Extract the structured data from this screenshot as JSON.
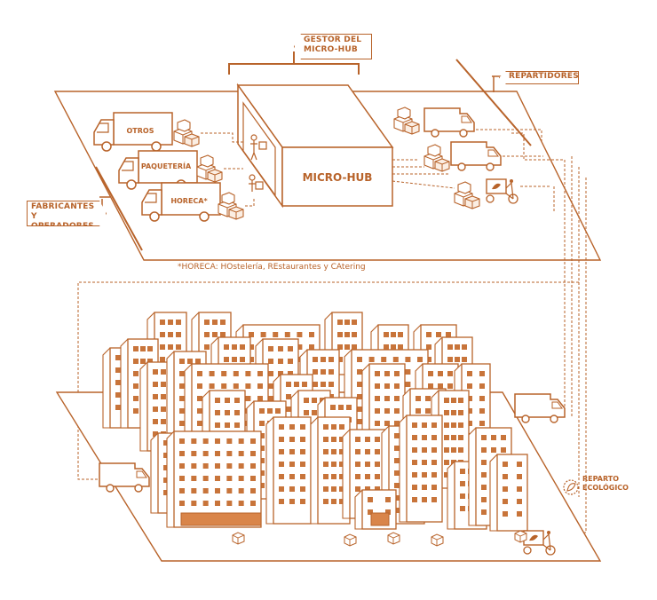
{
  "labels": {
    "gestor": [
      "GESTOR DEL",
      "MICRO-HUB"
    ],
    "repartidores": "REPARTIDORES",
    "fabricantes": [
      "FABRICANTES Y",
      "OPERADORES"
    ],
    "microhub": "MICRO-HUB",
    "otros": "OTROS",
    "paqueteria": "PAQUETERÍA",
    "horeca": "HORECA*",
    "footnote": "*HORECA: HOstelería, REstaurantes y CAtering",
    "reparto": [
      "REPARTO",
      "ECOLÓGICO"
    ]
  },
  "colors": {
    "stroke": "#b8632a",
    "fill_light": "#fbeee3",
    "window": "#c8743a",
    "door": "#d9854a"
  },
  "icons": [
    "truck-icon",
    "van-icon",
    "cargo-bike-icon",
    "box-stack-icon",
    "leaf-icon",
    "worker-icon",
    "building-icon"
  ]
}
